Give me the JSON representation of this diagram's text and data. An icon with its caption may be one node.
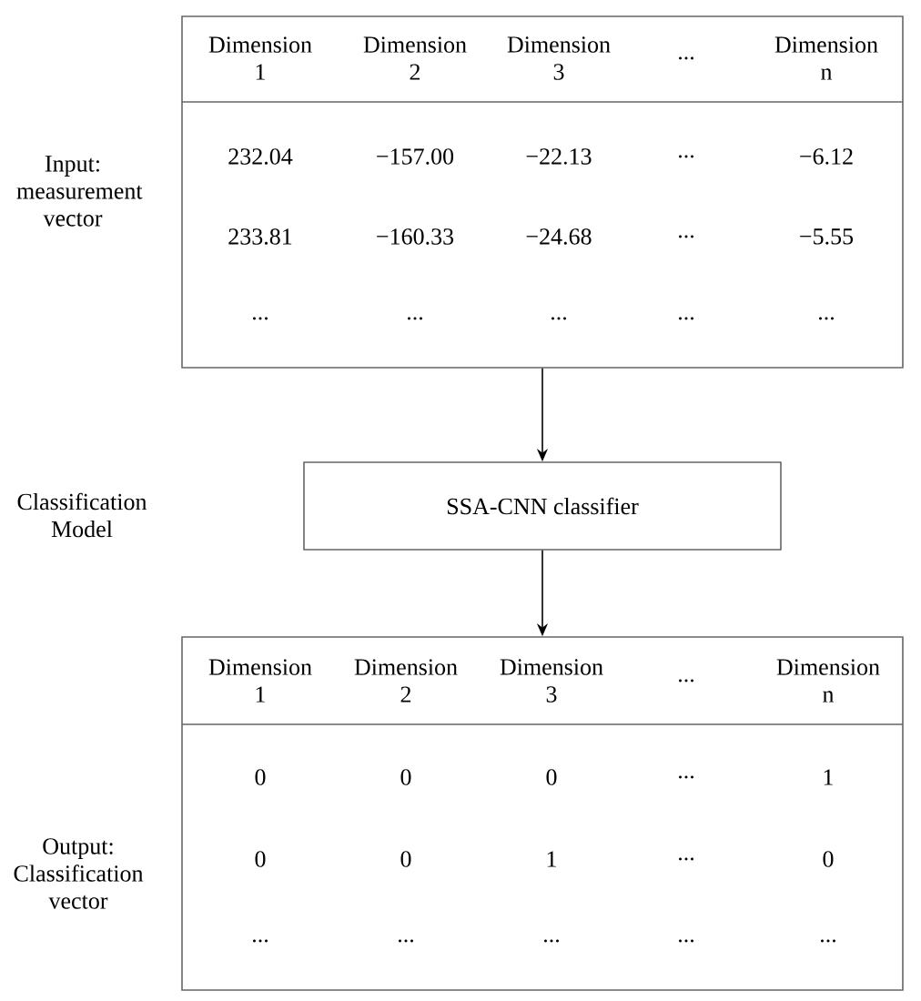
{
  "diagram": {
    "nodes": [
      {
        "text": [
          "Dimension 1",
          "Dimension 2",
          "Dimension 3",
          "...",
          "Dimension n",
          "232.04",
          "−157.00",
          "−22.13",
          "...",
          "−6.12",
          "233.81",
          "−160.33",
          "−24.68",
          "...",
          "−5.55",
          "...",
          "...",
          "...",
          "...",
          "..."
        ]
      },
      {
        "text": [
          "SSA-CNN classifier"
        ]
      },
      {
        "text": [
          "Dimension 1",
          "Dimension 2",
          "Dimension 3",
          "...",
          "Dimension n",
          "0",
          "0",
          "0",
          "...",
          "1",
          "0",
          "0",
          "1",
          "...",
          "0",
          "...",
          "...",
          "...",
          "...",
          "..."
        ]
      }
    ],
    "edges": [
      {
        "from": 0,
        "to": 1,
        "arrow": "to"
      },
      {
        "from": 1,
        "to": 2,
        "arrow": "to"
      }
    ],
    "labels": [
      "Input: measurement vector",
      "Classification Model",
      "Output: Classification vector"
    ]
  }
}
